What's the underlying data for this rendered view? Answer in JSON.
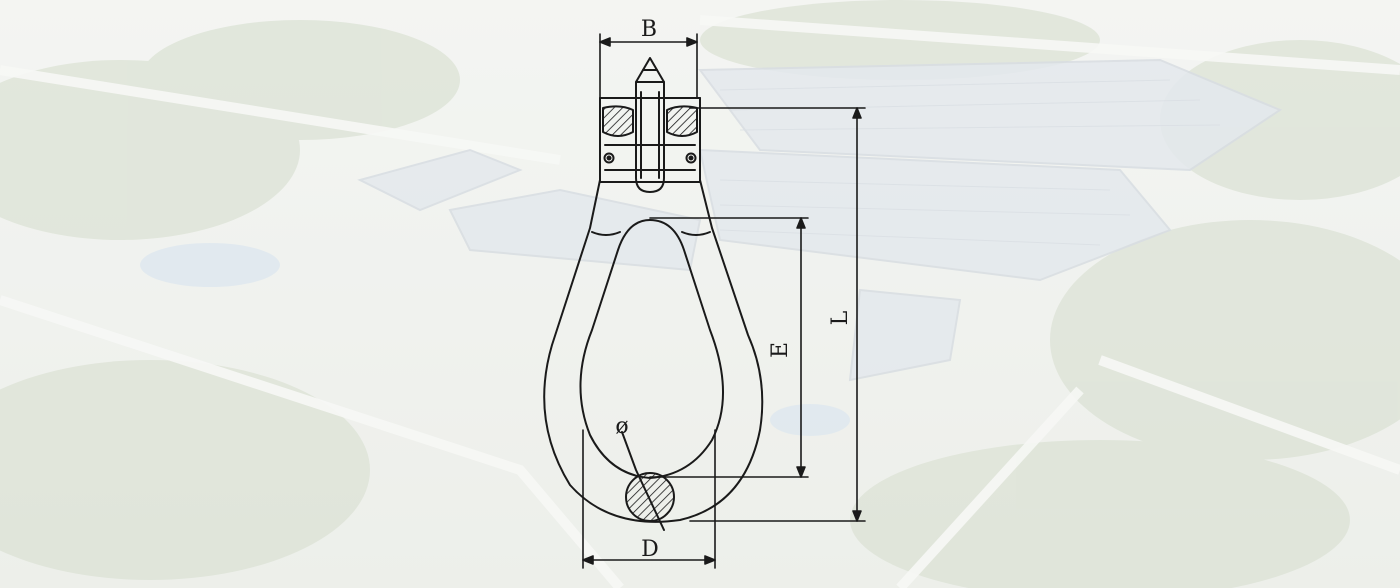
{
  "background": {
    "description_icon": "industrial-park-aerial-photo",
    "overlay_color": "#ffffff",
    "tone_color": "#9fb08e"
  },
  "diagram": {
    "labels": {
      "width": "B",
      "length": "L",
      "inner_length": "E",
      "diameter_symbol": "ø",
      "bottom_width": "D"
    },
    "line_color": "#1a1a1a"
  }
}
